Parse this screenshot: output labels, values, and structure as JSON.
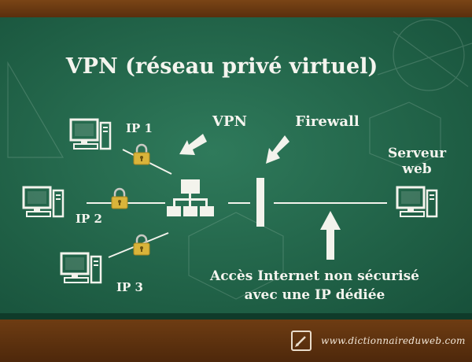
{
  "title": "VPN (réseau privé virtuel)",
  "labels": {
    "vpn": "VPN",
    "firewall": "Firewall",
    "server_line1": "Serveur",
    "server_line2": "web",
    "ip1": "IP 1",
    "ip2": "IP 2",
    "ip3": "IP 3",
    "internet_line1": "Accès Internet non sécurisé",
    "internet_line2": "avec une IP dédiée"
  },
  "footer": {
    "url": "www.dictionnaireduweb.com"
  },
  "colors": {
    "board": "#1f5f45",
    "frame": "#6b3a12",
    "chalk": "#f3f3ec",
    "lock": "#d9b43a"
  },
  "icons": [
    "computer-icon",
    "padlock-icon",
    "network-hub-icon",
    "firewall-icon",
    "server-icon",
    "arrow-icon",
    "pencil-icon"
  ]
}
